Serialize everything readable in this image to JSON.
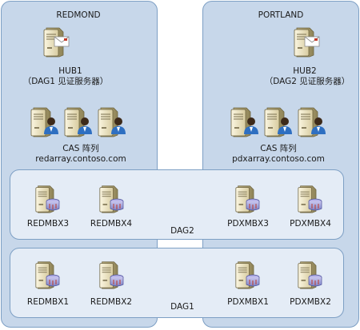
{
  "sites": {
    "redmond": {
      "name": "REDMOND",
      "hub": {
        "name": "HUB1",
        "note": "（DAG1 见证服务器）"
      },
      "cas": {
        "label": "CAS 阵列",
        "fqdn": "redarray.contoso.com"
      }
    },
    "portland": {
      "name": "PORTLAND",
      "hub": {
        "name": "HUB2",
        "note": "（DAG2 见证服务器）"
      },
      "cas": {
        "label": "CAS 阵列",
        "fqdn": "pdxarray.contoso.com"
      }
    }
  },
  "dags": {
    "dag2": {
      "name": "DAG2",
      "members": [
        "REDMBX3",
        "REDMBX4",
        "PDXMBX3",
        "PDXMBX4"
      ]
    },
    "dag1": {
      "name": "DAG1",
      "members": [
        "REDMBX1",
        "REDMBX2",
        "PDXMBX1",
        "PDXMBX2"
      ]
    }
  },
  "icons": {
    "hub": "hub-transport-server-icon",
    "cas": "client-access-server-icon",
    "mailbox": "mailbox-server-icon"
  },
  "colors": {
    "site_fill": "#c7d7ea",
    "dag_fill": "#e4ecf6",
    "border": "#7d9fc4"
  }
}
